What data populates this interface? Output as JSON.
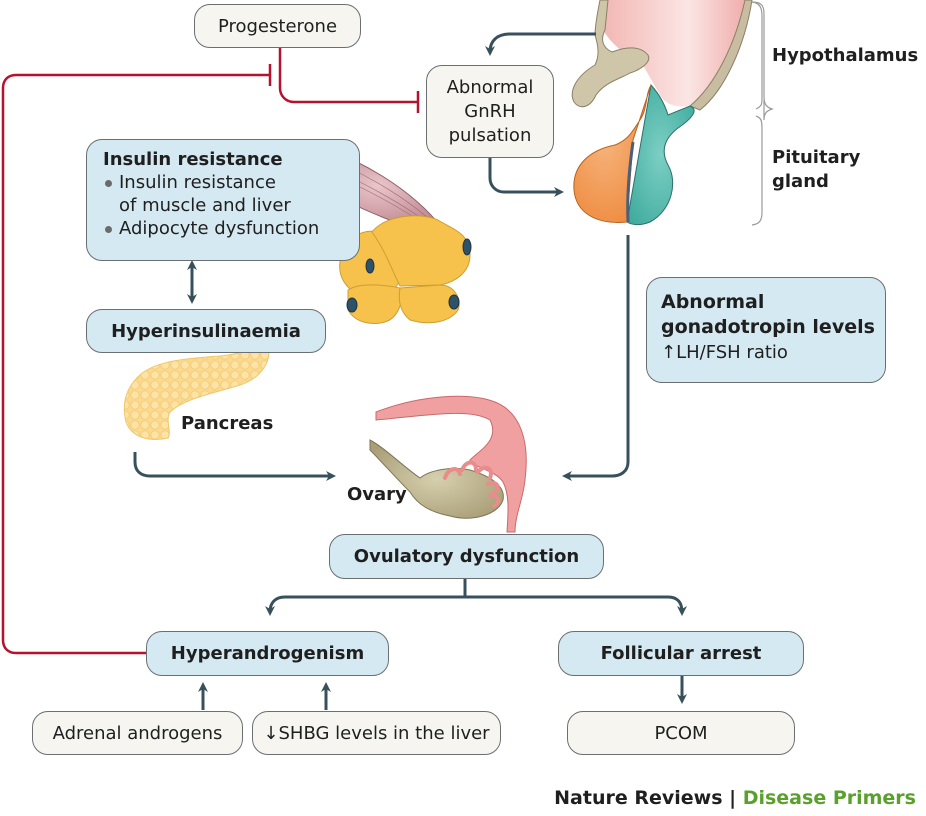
{
  "nodes": {
    "progesterone": "Progesterone",
    "gnrh": [
      "Abnormal",
      "GnRH",
      "pulsation"
    ],
    "insulin_resistance": {
      "title": "Insulin resistance",
      "items": [
        "Insulin resistance of muscle and liver",
        "Adipocyte dysfunction"
      ],
      "item_lines": [
        [
          "Insulin resistance",
          "of muscle and liver"
        ],
        [
          "Adipocyte dysfunction"
        ]
      ]
    },
    "hyperinsulinaemia": "Hyperinsulinaemia",
    "gonadotropin": {
      "title_lines": [
        "Abnormal",
        "gonadotropin levels"
      ],
      "subtitle": "↑LH/FSH ratio"
    },
    "ovulatory_dysfunction": "Ovulatory dysfunction",
    "hyperandrogenism": "Hyperandrogenism",
    "follicular_arrest": "Follicular arrest",
    "adrenal_androgens": "Adrenal androgens",
    "shbg": "↓SHBG levels in the liver",
    "pcom": "PCOM"
  },
  "anatomy_labels": {
    "hypothalamus": "Hypothalamus",
    "pituitary": [
      "Pituitary",
      "gland"
    ],
    "pancreas": "Pancreas",
    "ovary": "Ovary"
  },
  "illustrations": [
    "brain-hypothalamus-pituitary",
    "muscle",
    "adipocytes",
    "pancreas",
    "ovary-fallopian-tube"
  ],
  "edges": [
    {
      "from": "progesterone",
      "to": "gnrh",
      "type": "inhibit"
    },
    {
      "from": "hyperandrogenism",
      "to": "progesterone",
      "type": "inhibit"
    },
    {
      "from": "hypothalamus",
      "to": "gnrh",
      "type": "arrow"
    },
    {
      "from": "gnrh",
      "to": "pituitary",
      "type": "arrow"
    },
    {
      "from": "insulin_resistance",
      "to": "hyperinsulinaemia",
      "type": "bidirectional"
    },
    {
      "from": "pancreas",
      "to": "ovary",
      "type": "arrow"
    },
    {
      "from": "pituitary",
      "to": "ovary",
      "type": "arrow"
    },
    {
      "from": "ovulatory_dysfunction",
      "to": "hyperandrogenism",
      "type": "arrow"
    },
    {
      "from": "ovulatory_dysfunction",
      "to": "follicular_arrest",
      "type": "arrow"
    },
    {
      "from": "adrenal_androgens",
      "to": "hyperandrogenism",
      "type": "arrow"
    },
    {
      "from": "shbg",
      "to": "hyperandrogenism",
      "type": "arrow"
    },
    {
      "from": "follicular_arrest",
      "to": "pcom",
      "type": "arrow"
    }
  ],
  "colors": {
    "arrow": "#37505c",
    "inhibit": "#b5122f",
    "blue_box": "#d4e9f1",
    "cream_box": "#f6f5f0",
    "credit_green": "#5aa02c"
  },
  "credit": {
    "publisher": "Nature Reviews",
    "separator": " | ",
    "series": "Disease Primers"
  }
}
